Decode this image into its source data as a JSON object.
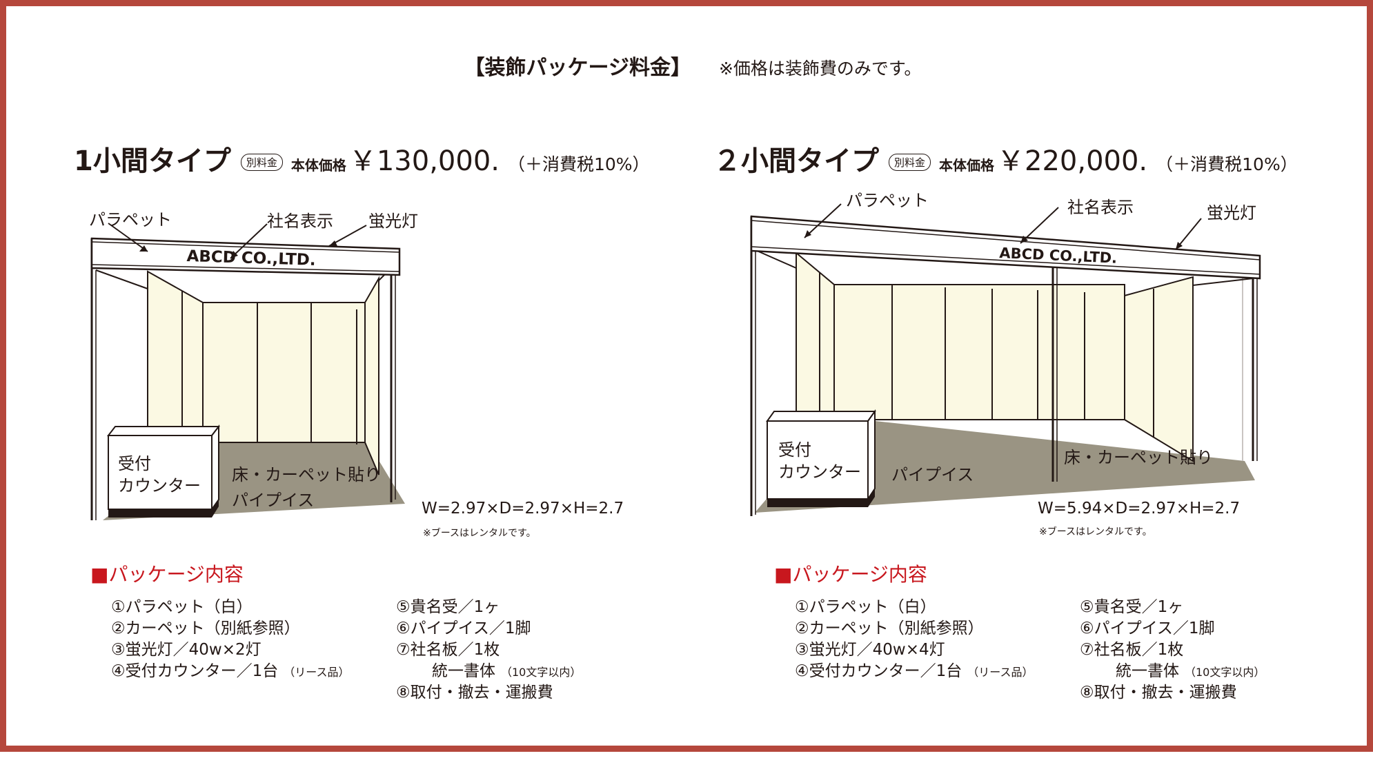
{
  "heading": {
    "main": "【装飾パッケージ料金】",
    "note": "※価格は装飾費のみです。"
  },
  "colors": {
    "border": "#b5473c",
    "accent": "#c8171e",
    "panel": "#fbf9e3",
    "floor": "#9a9483",
    "frame": "#231815"
  },
  "packages": [
    {
      "type_label": "1小間タイプ",
      "badge": "別料金",
      "price_label": "本体価格",
      "price": "￥130,000.",
      "tax": "（＋消費税10%）",
      "illustration": {
        "parapet": "パラペット",
        "sign": "社名表示",
        "light": "蛍光灯",
        "company": "ABCD CO.,LTD.",
        "counter_line1": "受付",
        "counter_line2": "カウンター",
        "floor": "床・カーペット貼り",
        "chair": "パイプイス"
      },
      "dimensions": "W=2.97×D=2.97×H=2.7",
      "rental_note": "※ブースはレンタルです。",
      "contents_title": "パッケージ内容",
      "contents_marker": "■",
      "items_left": [
        {
          "text": "①パラペット（白）",
          "small": ""
        },
        {
          "text": "②カーペット（別紙参照）",
          "small": ""
        },
        {
          "text": "③蛍光灯／40w×2灯",
          "small": ""
        },
        {
          "text": "④受付カウンター／1台",
          "small": "（リース品）"
        }
      ],
      "items_right": [
        {
          "text": "⑤貴名受／1ヶ",
          "small": ""
        },
        {
          "text": "⑥パイプイス／1脚",
          "small": ""
        },
        {
          "text": "⑦社名板／1枚",
          "small": ""
        },
        {
          "text": "統一書体",
          "small": "（10文字以内）"
        },
        {
          "text": "⑧取付・撤去・運搬費",
          "small": ""
        }
      ]
    },
    {
      "type_label": "２小間タイプ",
      "badge": "別料金",
      "price_label": "本体価格",
      "price": "￥220,000.",
      "tax": "（＋消費税10%）",
      "illustration": {
        "parapet": "パラペット",
        "sign": "社名表示",
        "light": "蛍光灯",
        "company": "ABCD CO.,LTD.",
        "counter_line1": "受付",
        "counter_line2": "カウンター",
        "floor": "床・カーペット貼り",
        "chair": "パイプイス"
      },
      "dimensions": "W=5.94×D=2.97×H=2.7",
      "rental_note": "※ブースはレンタルです。",
      "contents_title": "パッケージ内容",
      "contents_marker": "■",
      "items_left": [
        {
          "text": "①パラペット（白）",
          "small": ""
        },
        {
          "text": "②カーペット（別紙参照）",
          "small": ""
        },
        {
          "text": "③蛍光灯／40w×4灯",
          "small": ""
        },
        {
          "text": "④受付カウンター／1台",
          "small": "（リース品）"
        }
      ],
      "items_right": [
        {
          "text": "⑤貴名受／1ヶ",
          "small": ""
        },
        {
          "text": "⑥パイプイス／1脚",
          "small": ""
        },
        {
          "text": "⑦社名板／1枚",
          "small": ""
        },
        {
          "text": "統一書体",
          "small": "（10文字以内）"
        },
        {
          "text": "⑧取付・撤去・運搬費",
          "small": ""
        }
      ]
    }
  ]
}
